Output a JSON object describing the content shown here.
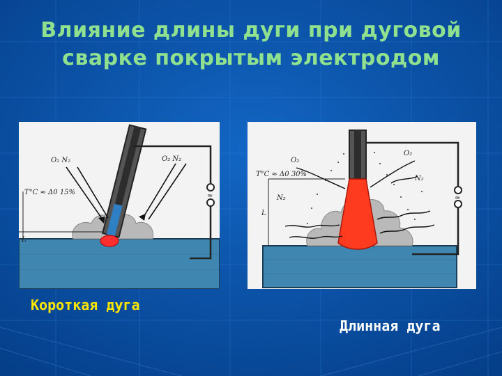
{
  "slide": {
    "title_line1": "Влияние длины дуги при дуговой",
    "title_line2": "сварке покрытым электродом",
    "colors": {
      "background": "#0a52a6",
      "title": "#8fe08f",
      "caption_short": "#ffe600",
      "caption_long": "#ffffff",
      "flame": "#ff3b1f",
      "workpiece": "#3f86b0"
    }
  },
  "left_panel": {
    "caption": "Короткая дуга",
    "labels": {
      "gas_left": "O₂ N₂",
      "gas_right": "O₂ N₂",
      "temp": "T°C ≈ Δ0 15%",
      "length": "L",
      "source": "≈"
    }
  },
  "right_panel": {
    "caption": "Длинная дуга",
    "labels": {
      "gas_top_left": "O₂",
      "gas_top_right": "O₂",
      "temp": "T°C ≈ Δ0 30%",
      "n2_left": "N₂",
      "n2_right": "N₂",
      "length": "L",
      "source": "≈"
    }
  }
}
